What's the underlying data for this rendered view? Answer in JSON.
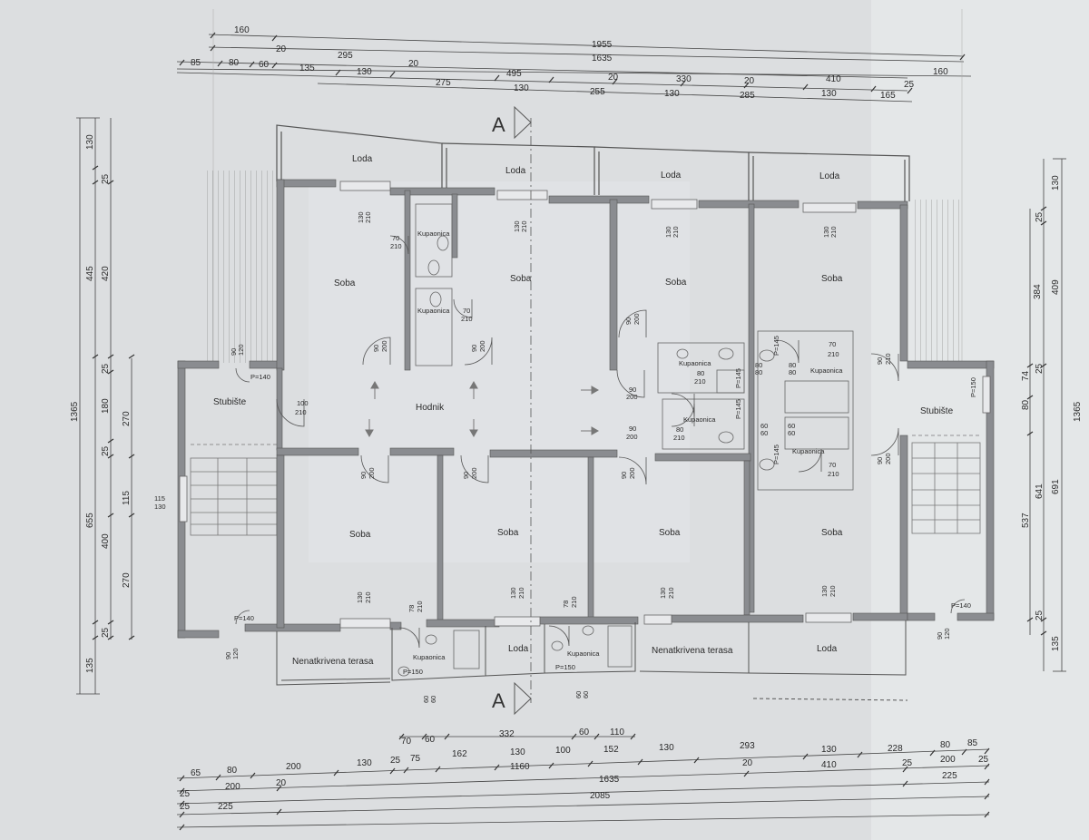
{
  "rooms": {
    "loda": "Loda",
    "soba": "Soba",
    "kupaonica": "Kupaonica",
    "hodnik": "Hodnik",
    "stubiste": "Stubište",
    "terasa": "Nenatkrivena terasa"
  },
  "section_marker": "A",
  "top_dims": {
    "row1": [
      "160"
    ],
    "row2": [
      "1955"
    ],
    "row3": [
      "20",
      "295",
      "20",
      "1635",
      "20",
      "330",
      "20",
      "410",
      "160"
    ],
    "row4": [
      "85",
      "80",
      "60",
      "135",
      "130",
      "495",
      "25"
    ],
    "row5": [
      "275",
      "130",
      "255",
      "130",
      "285",
      "130",
      "165"
    ]
  },
  "bottom_dims": {
    "row1": [
      "70",
      "60",
      "332",
      "60",
      "110"
    ],
    "row2": [
      "65",
      "80",
      "200",
      "130",
      "25",
      "75",
      "162",
      "130",
      "100",
      "152",
      "130",
      "293",
      "130",
      "228",
      "80",
      "85"
    ],
    "row3": [
      "25",
      "200",
      "20",
      "1160",
      "20",
      "410",
      "25",
      "200",
      "25"
    ],
    "row4": [
      "25",
      "1635",
      "225"
    ],
    "row5": [
      "225",
      "2085"
    ]
  },
  "left_dims": {
    "outer": [
      "130",
      "25",
      "445",
      "420",
      "25",
      "180",
      "25",
      "655",
      "115",
      "400",
      "25",
      "135"
    ],
    "mid": [
      "270",
      "270"
    ],
    "total": "1365"
  },
  "right_dims": {
    "outer": [
      "130",
      "25",
      "384",
      "409",
      "74",
      "25",
      "80",
      "641",
      "537",
      "691",
      "25",
      "135"
    ],
    "total": "1365"
  },
  "openings": {
    "w130": "130",
    "h210": "210",
    "h200": "200",
    "w90": "90",
    "w70": "70",
    "w80": "80",
    "w100": "100",
    "w78": "78",
    "w60": "60",
    "w115": "115",
    "h120": "120",
    "p140": "P=140",
    "p145": "P=145",
    "p150": "P=150"
  }
}
